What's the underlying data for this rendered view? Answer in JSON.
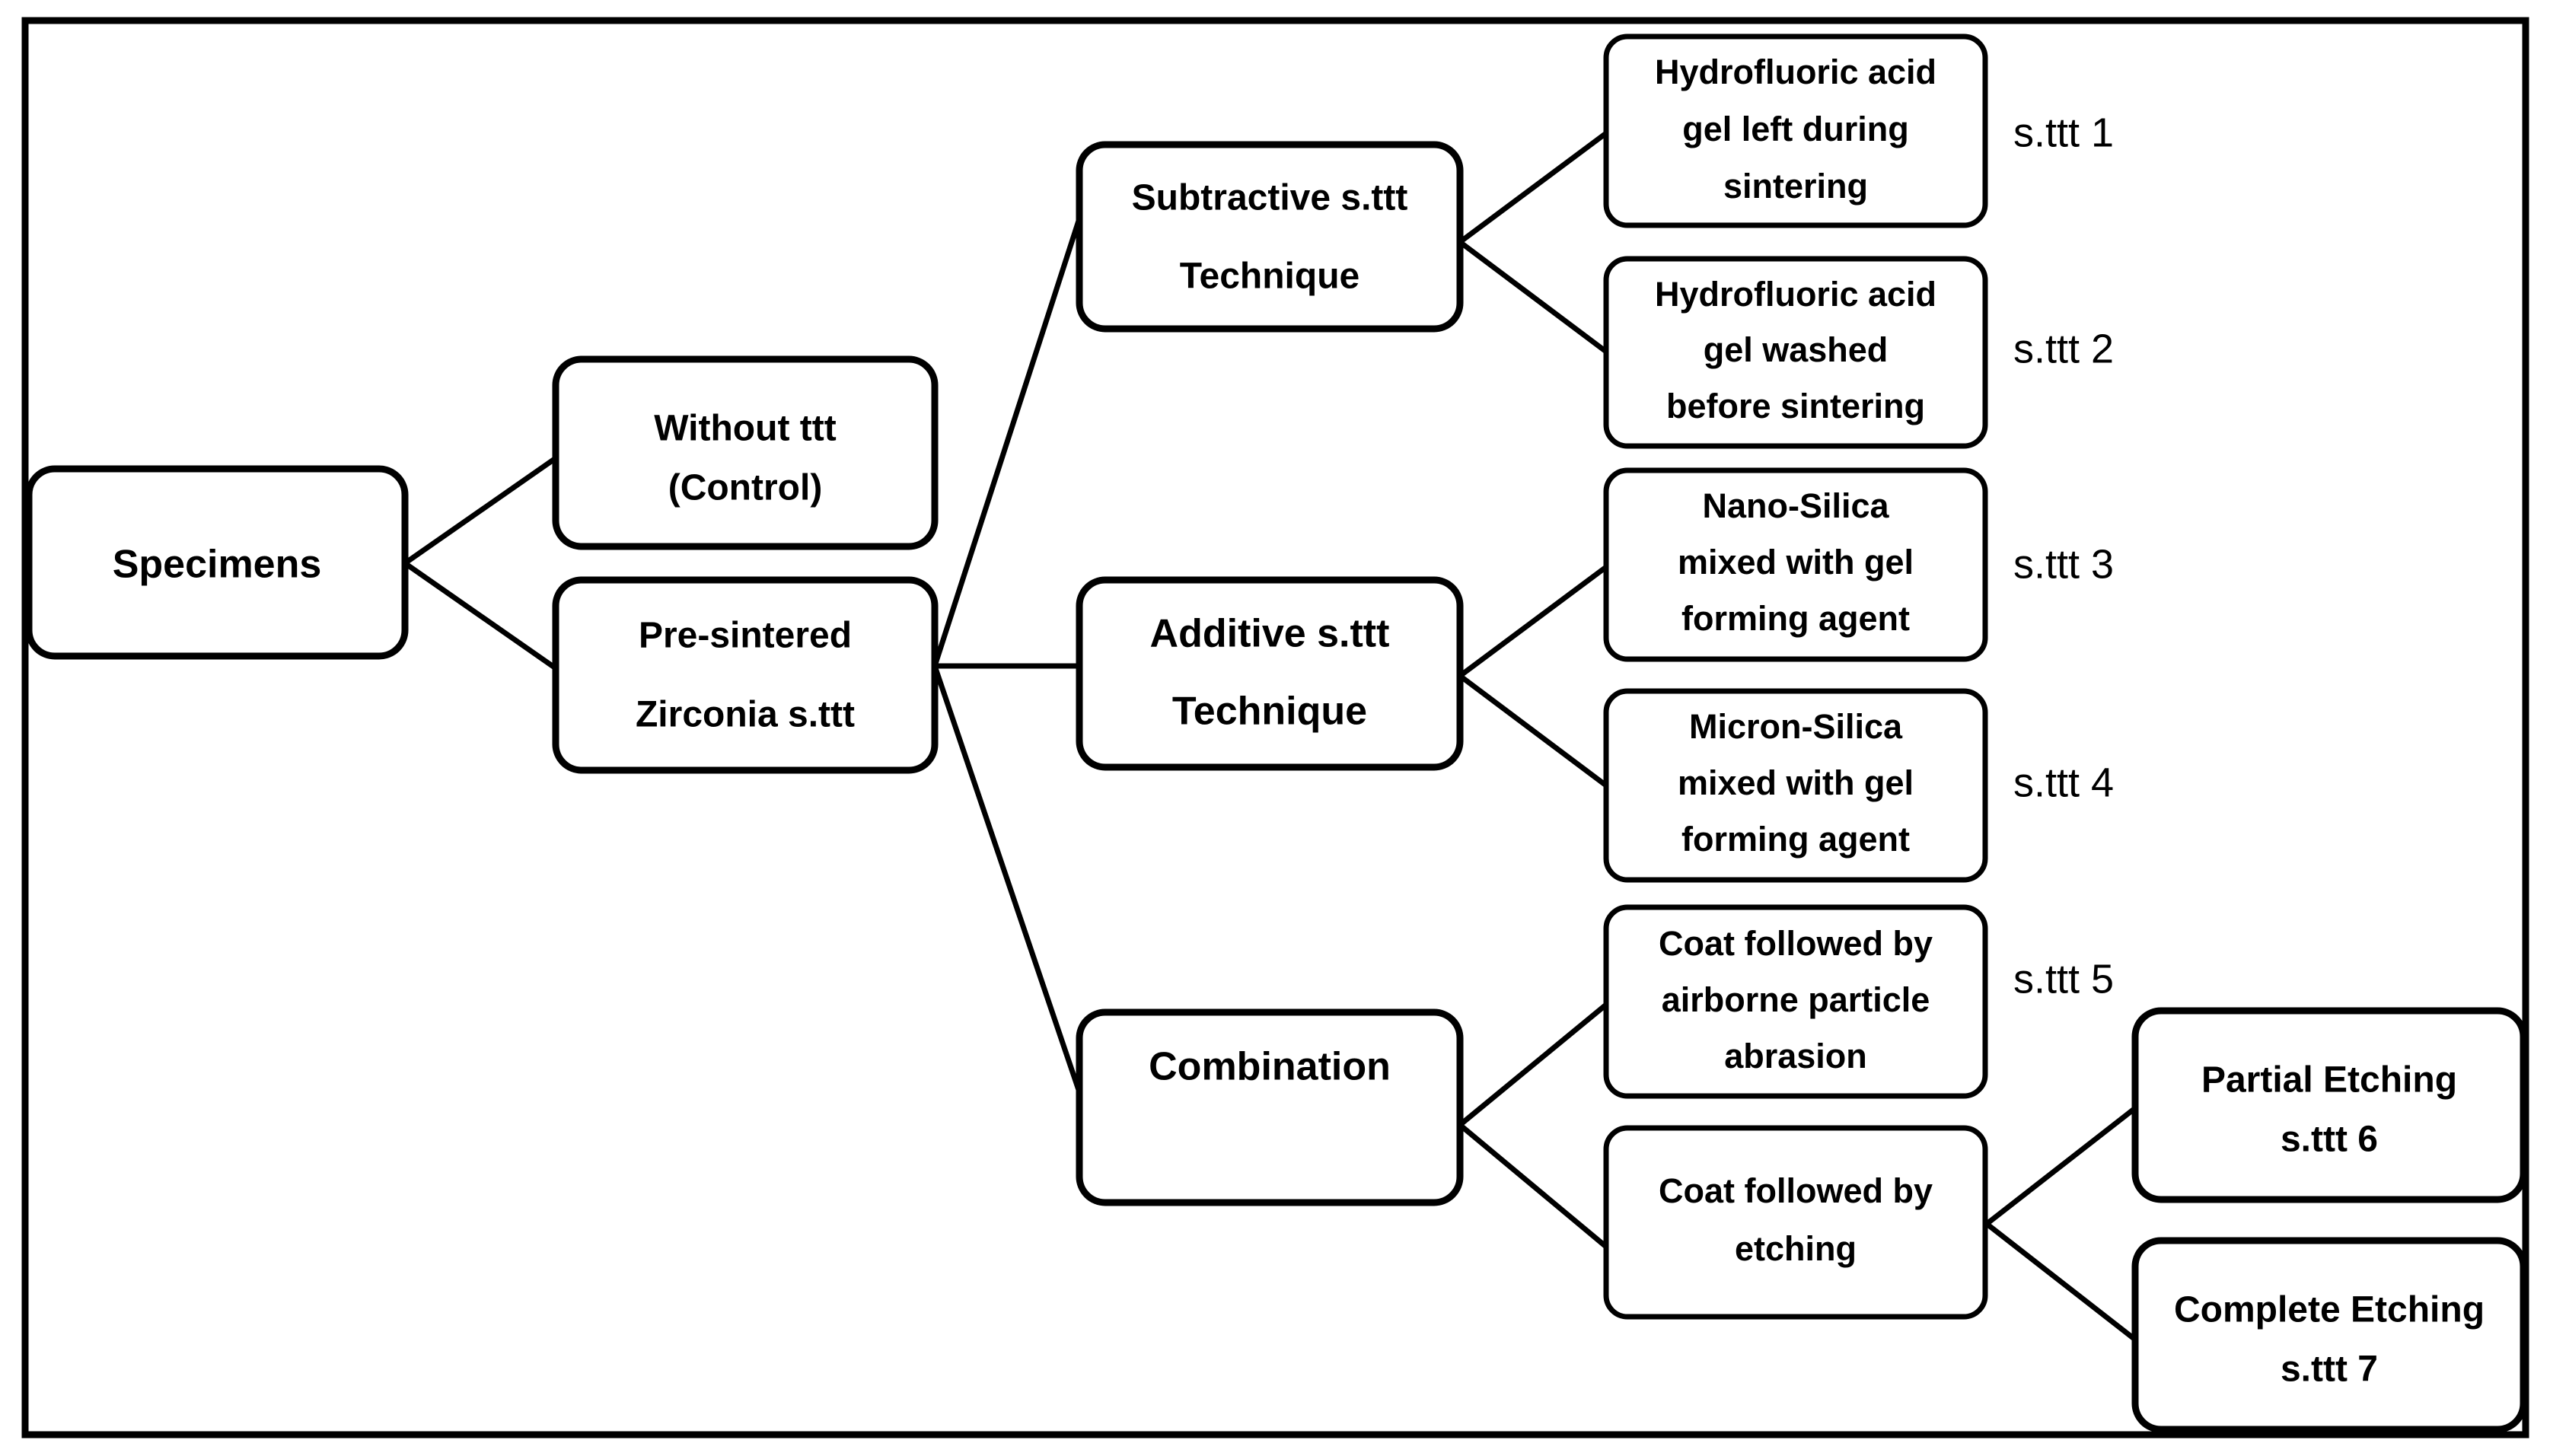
{
  "diagram": {
    "title_present": false,
    "frame_color": "#000000",
    "node_fill": "#ffffff",
    "node_stroke": "#000000",
    "nodes": {
      "root": {
        "id": "specimens",
        "label": "Specimens"
      },
      "level2": [
        {
          "id": "without-ttt",
          "lines": [
            "Without ttt",
            "(Control)"
          ]
        },
        {
          "id": "pre-sintered-zirconia",
          "lines": [
            "Pre-sintered",
            "Zirconia s.ttt"
          ]
        }
      ],
      "level3": [
        {
          "id": "subtractive-technique",
          "lines": [
            "Subtractive s.ttt",
            "Technique"
          ]
        },
        {
          "id": "additive-technique",
          "lines": [
            "Additive s.ttt",
            "Technique"
          ]
        },
        {
          "id": "combination",
          "lines": [
            "Combination"
          ]
        }
      ],
      "level4": [
        {
          "id": "hf-gel-left",
          "lines": [
            "Hydrofluoric acid",
            "gel left during",
            "sintering"
          ],
          "side_label": "s.ttt 1"
        },
        {
          "id": "hf-gel-washed",
          "lines": [
            "Hydrofluoric acid",
            "gel washed",
            "before sintering"
          ],
          "side_label": "s.ttt 2"
        },
        {
          "id": "nano-silica",
          "lines": [
            "Nano-Silica",
            "mixed with gel",
            "forming agent"
          ],
          "side_label": "s.ttt 3"
        },
        {
          "id": "micron-silica",
          "lines": [
            "Micron-Silica",
            "mixed with gel",
            "forming agent"
          ],
          "side_label": "s.ttt 4"
        },
        {
          "id": "coat-abrasion",
          "lines": [
            "Coat followed by",
            "airborne particle",
            "abrasion"
          ],
          "side_label": "s.ttt 5"
        },
        {
          "id": "coat-etching",
          "lines": [
            "Coat followed by",
            "etching"
          ],
          "side_label": ""
        }
      ],
      "level5": [
        {
          "id": "partial-etching",
          "lines": [
            "Partial Etching",
            "s.ttt 6"
          ]
        },
        {
          "id": "complete-etching",
          "lines": [
            "Complete Etching",
            "s.ttt 7"
          ]
        }
      ]
    }
  }
}
